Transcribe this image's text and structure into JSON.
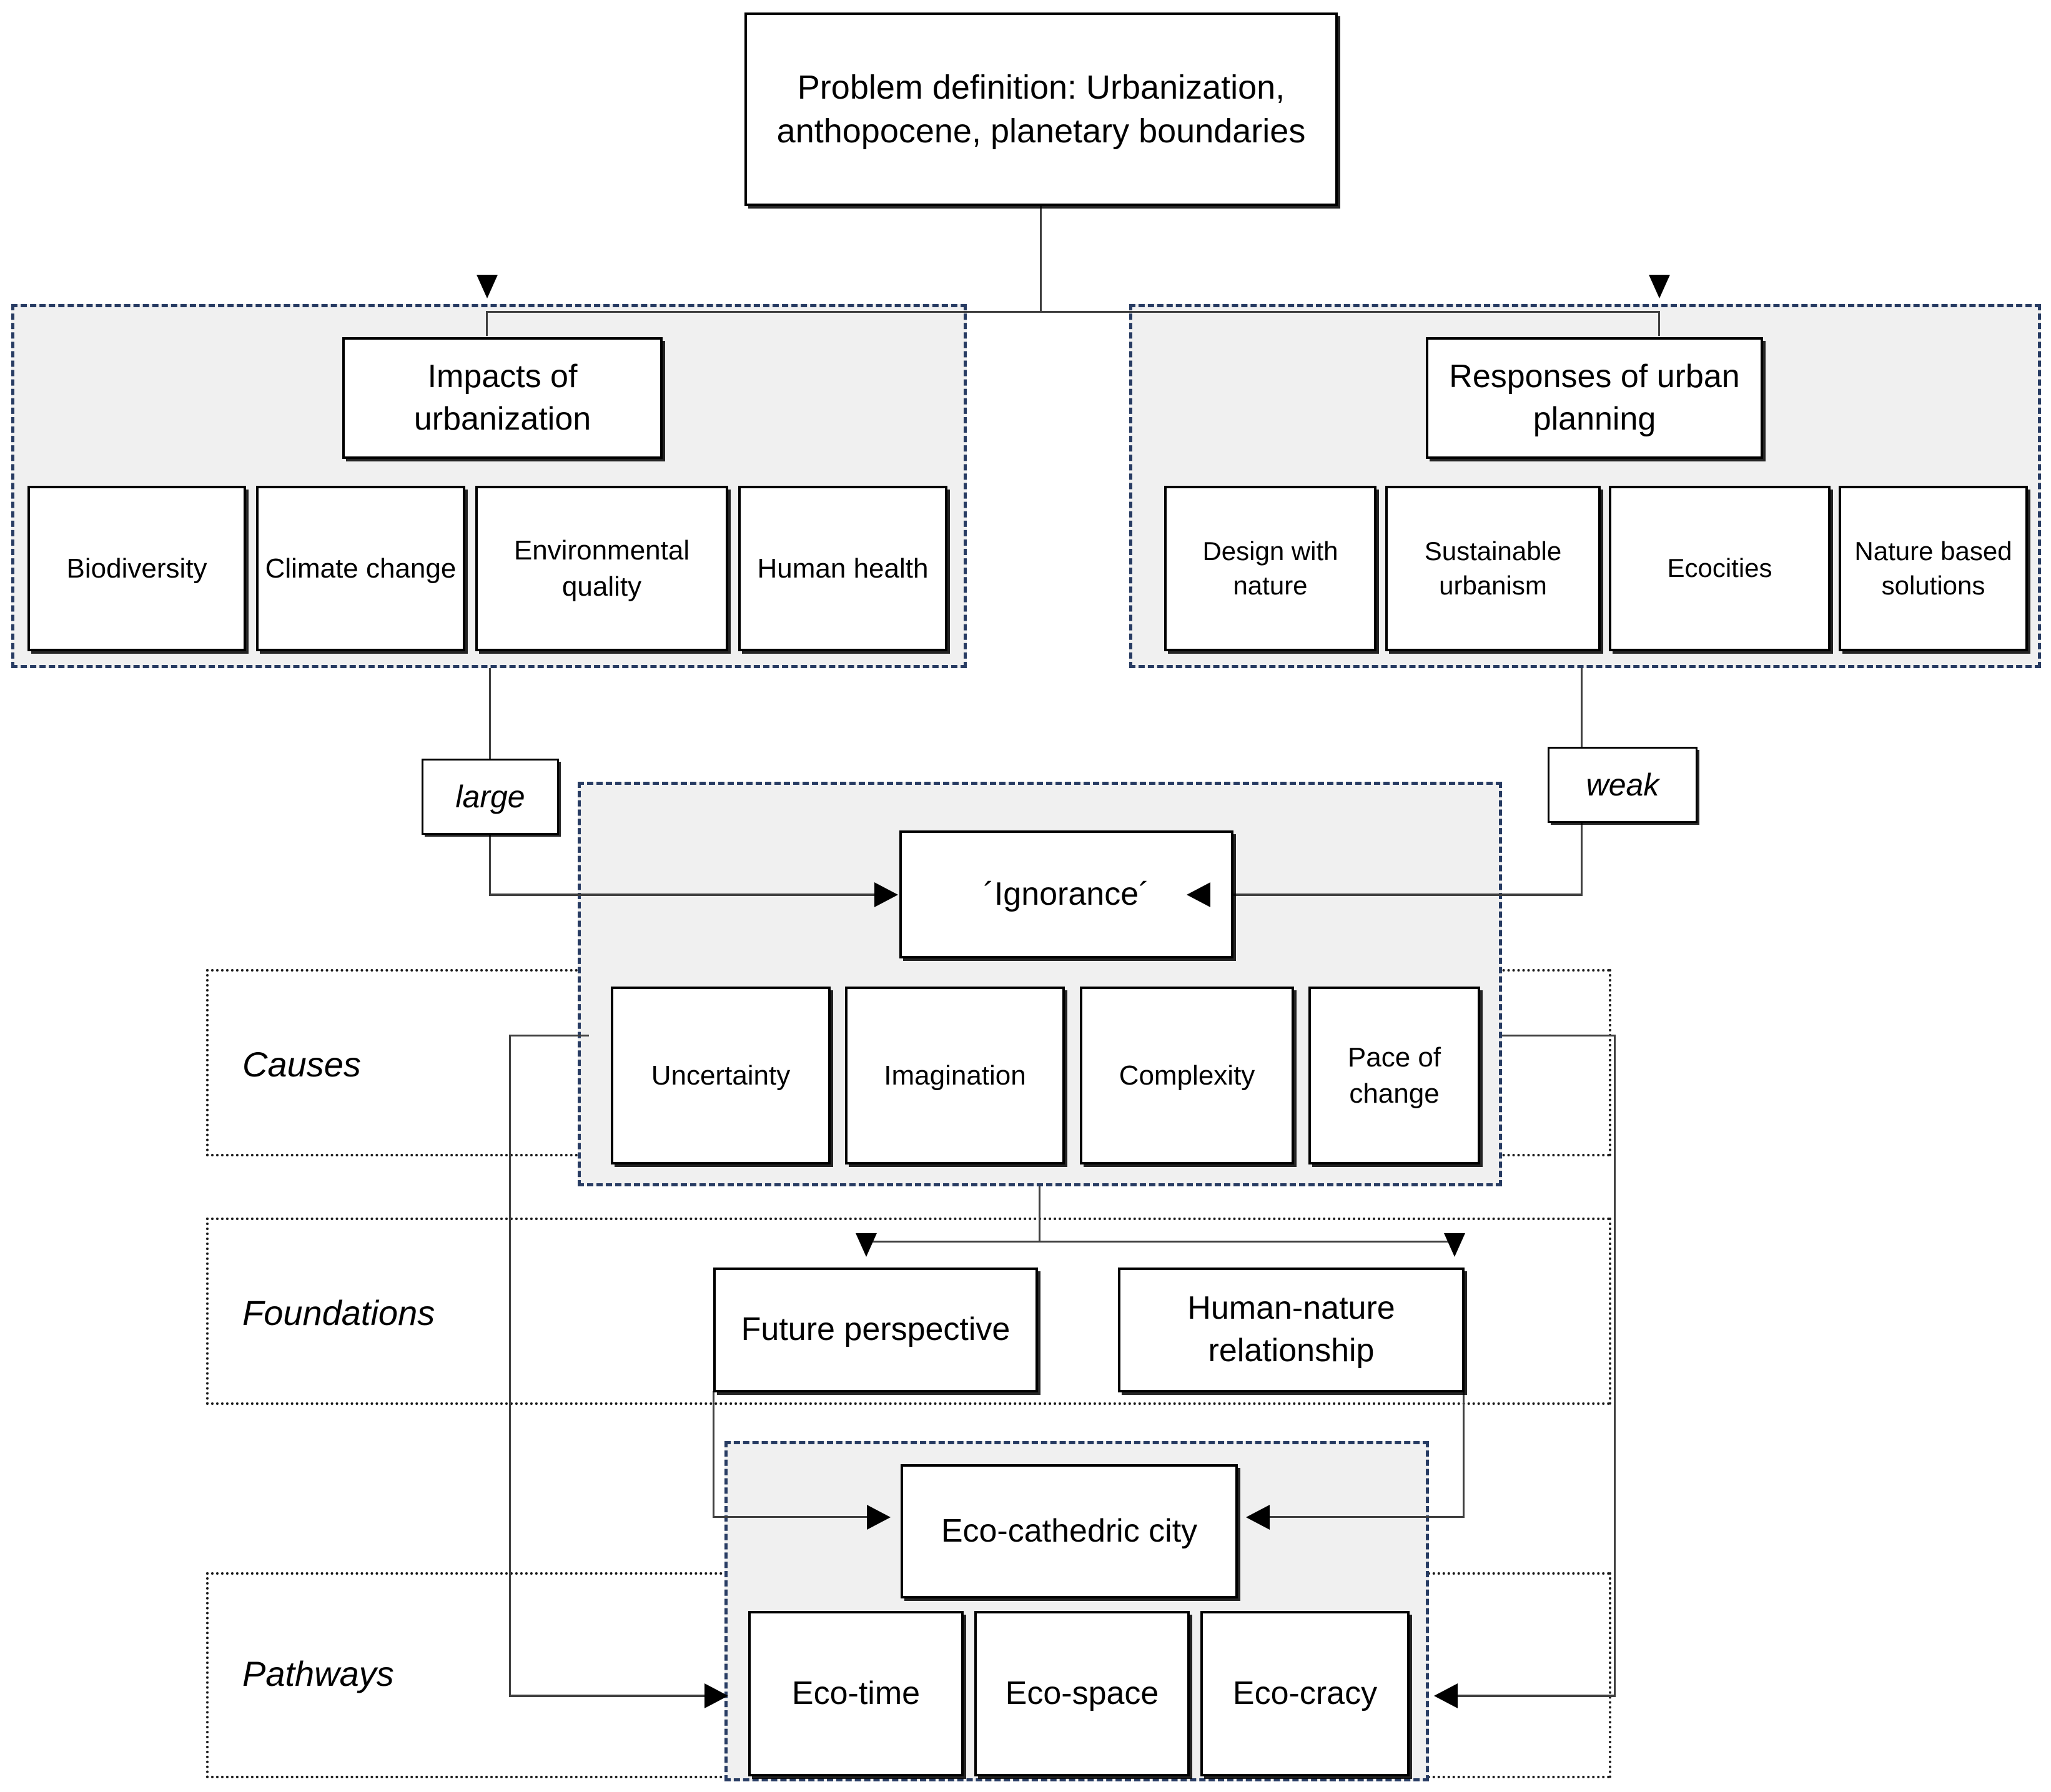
{
  "diagram": {
    "title_box": {
      "label": "Problem definition: Urbanization, anthopocene, planetary boundaries"
    },
    "branches": [
      {
        "id": "impacts",
        "heading": "Impacts of urbanization",
        "items": [
          "Biodiversity",
          "Climate change",
          "Environmental quality",
          "Human health"
        ],
        "edge_tag": "large"
      },
      {
        "id": "responses",
        "heading": "Responses of urban planning",
        "items": [
          "Design with nature",
          "Sustainable urbanism",
          "Ecocities",
          "Nature based solutions"
        ],
        "edge_tag": "weak"
      }
    ],
    "core": {
      "heading": "´Ignorance´",
      "items": [
        "Uncertainty",
        "Imagination",
        "Complexity",
        "Pace of change"
      ]
    },
    "lanes": [
      {
        "id": "causes",
        "label": "Causes"
      },
      {
        "id": "foundations",
        "label": "Foundations"
      },
      {
        "id": "pathways",
        "label": "Pathways"
      }
    ],
    "foundations": {
      "items": [
        "Future perspective",
        "Human-nature relationship"
      ]
    },
    "pathways": {
      "heading": "Eco-cathedric city",
      "items": [
        "Eco-time",
        "Eco-space",
        "Eco-cracy"
      ]
    },
    "colors": {
      "panel_fill": "#f0f0f0",
      "panel_border": "#283c63",
      "lane_border": "#1a1a1a",
      "node_border": "#000000",
      "connector": "#3f3f3f",
      "page_background": "#ffffff"
    }
  }
}
